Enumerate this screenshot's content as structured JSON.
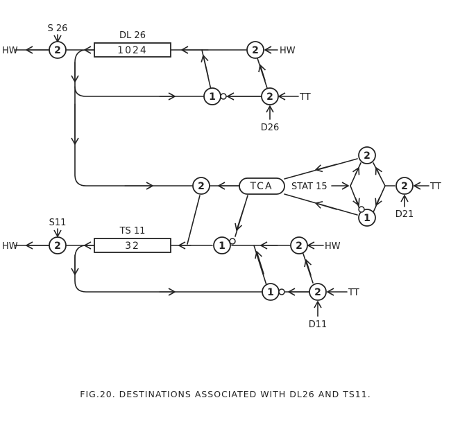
{
  "caption": "FIG.20. DESTINATIONS ASSOCIATED WITH DL26 AND TS11.",
  "boxes": {
    "dl26": {
      "title": "DL 26",
      "value": "1024"
    },
    "ts11": {
      "title": "TS 11",
      "value": "32"
    },
    "tca": {
      "value": "TCA"
    }
  },
  "labels": {
    "s26": "S 26",
    "s11": "S11",
    "hw_dl_left": "HW",
    "hw_dl_right": "HW",
    "tt_dl": "TT",
    "d26": "D26",
    "stat15": "STAT 15",
    "tt_stat": "TT",
    "d21": "D21",
    "hw_ts_left": "HW",
    "hw_ts_right": "HW",
    "tt_ts": "TT",
    "d11": "D11"
  },
  "nodes": {
    "n_dl_out": "2",
    "n_dl_hw": "2",
    "n_dl_gate": "1",
    "n_dl_tt": "2",
    "n_tca_out": "2",
    "n_stat_top": "2",
    "n_stat_gate": "1",
    "n_stat_tt": "2",
    "n_ts_gate_top": "1",
    "n_ts_hw": "2",
    "n_ts_out": "2",
    "n_ts_gate": "1",
    "n_ts_tt": "2"
  }
}
